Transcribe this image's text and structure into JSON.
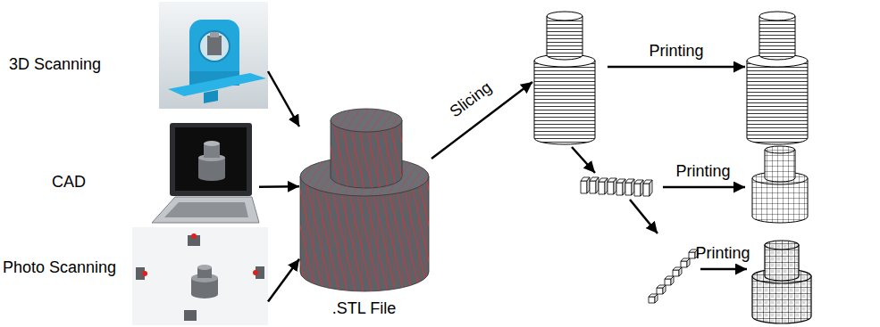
{
  "diagram": {
    "nodes": [
      {
        "text": [
          "3D Scanning"
        ]
      },
      {
        "text": [
          "CAD"
        ]
      },
      {
        "text": [
          "Photo Scanning"
        ]
      },
      {
        "text": [
          ".STL File"
        ]
      }
    ],
    "edges": [
      {
        "from": 0,
        "to": 3,
        "arrow": "to"
      },
      {
        "from": 1,
        "to": 3,
        "arrow": "to"
      },
      {
        "from": 2,
        "to": 3,
        "arrow": "to"
      }
    ],
    "labels": [
      "Slicing",
      "Printing",
      "Printing",
      "Printing"
    ]
  }
}
